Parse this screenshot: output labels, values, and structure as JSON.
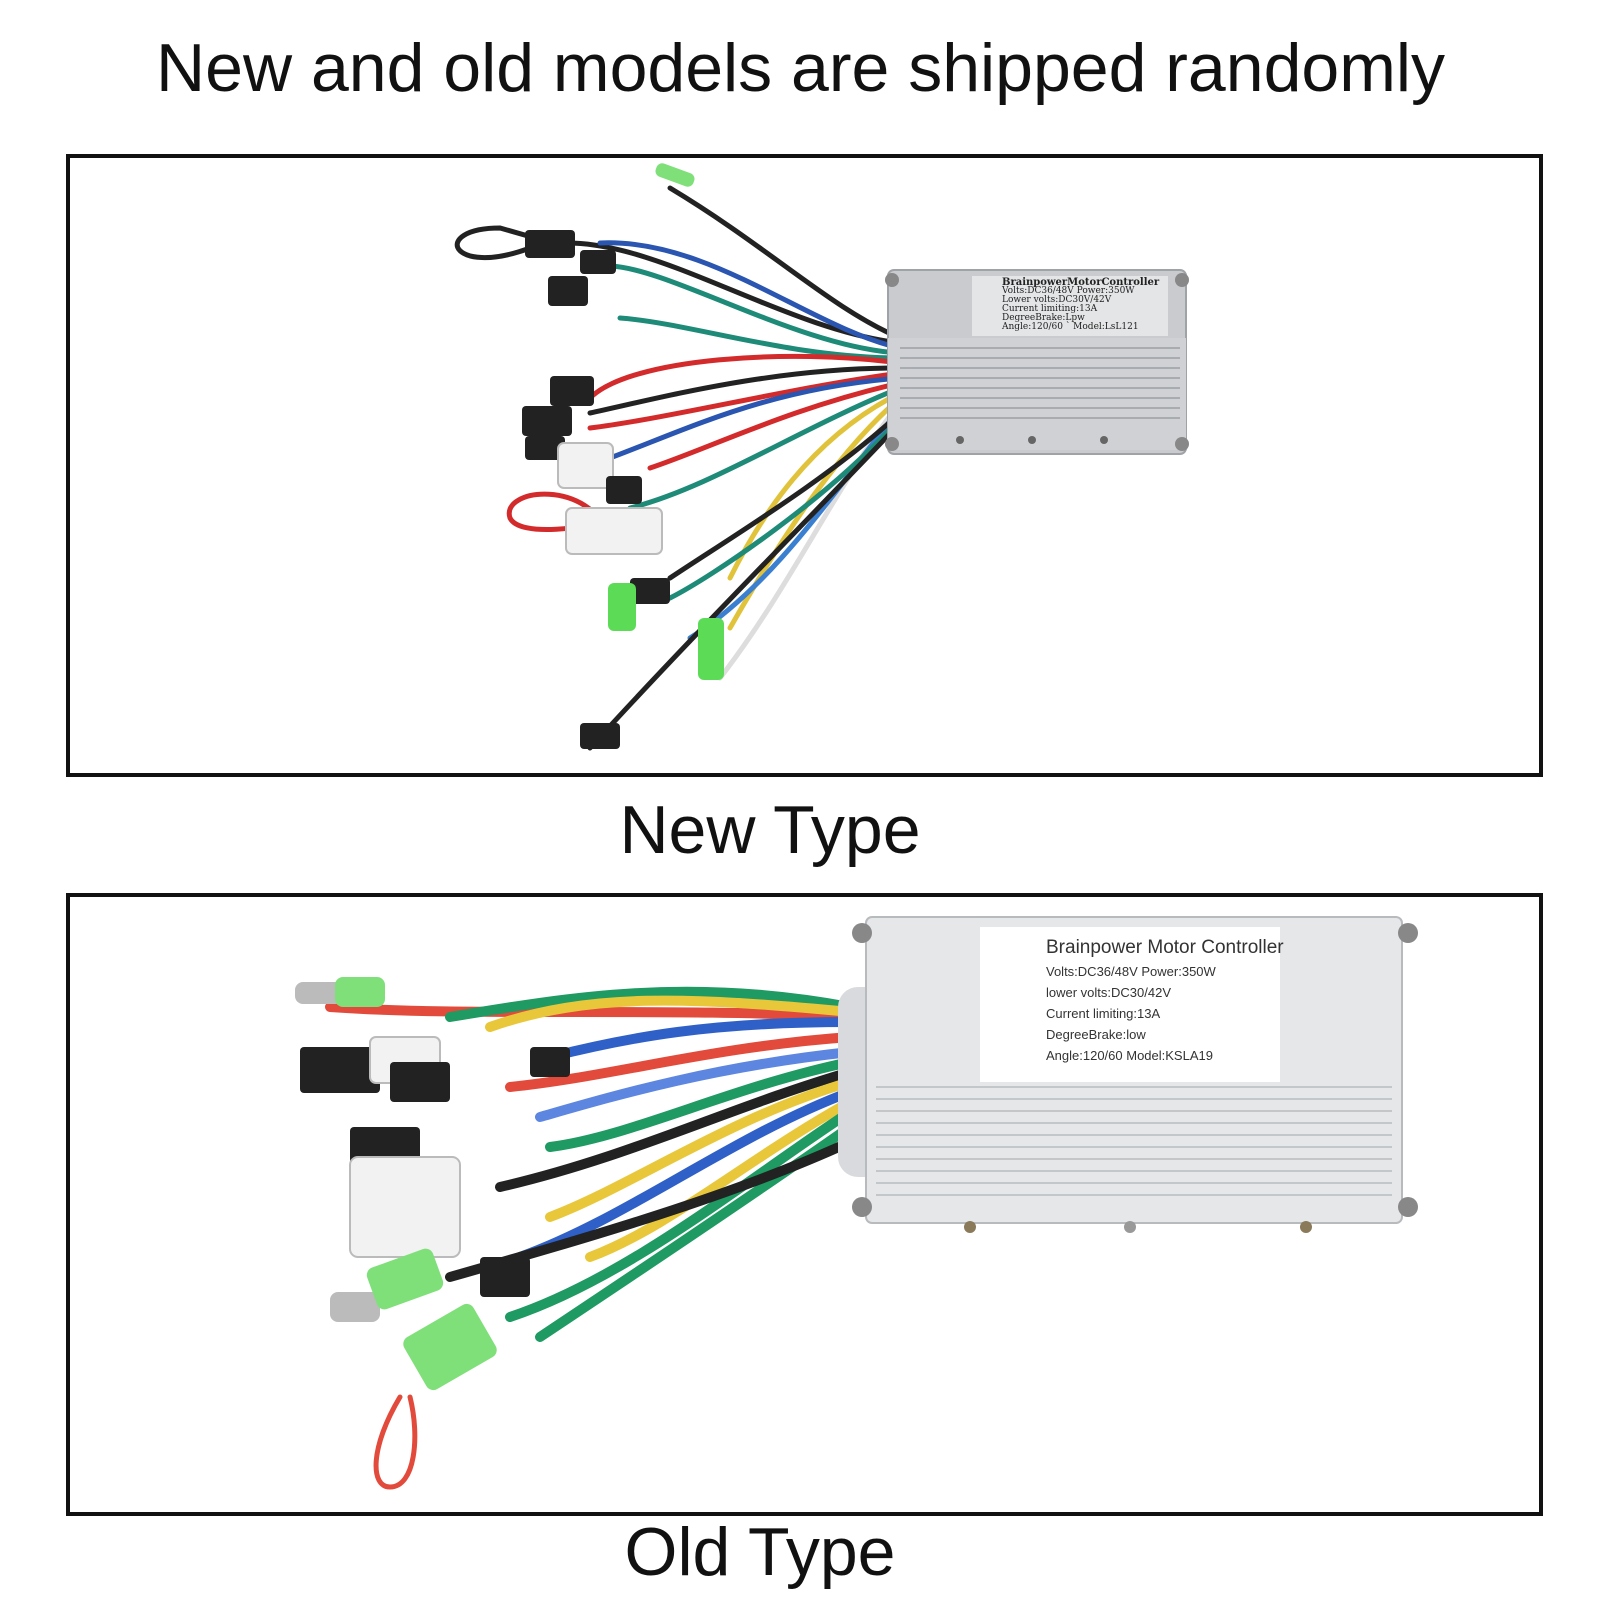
{
  "heading": "New and old models are shipped randomly",
  "new_type": {
    "caption": "New Type",
    "label": {
      "title": "BrainpowerMotorController",
      "lines": [
        "Volts:DC36/48V   Power:350W",
        "Lower volts:DC30V/42V",
        "Current limiting:13A",
        "DegreeBrake:Lpw",
        "Angle:120/60  ` Model:LsL121"
      ]
    }
  },
  "old_type": {
    "caption": "Old Type",
    "label": {
      "title": "Brainpower Motor Controller",
      "lines": [
        "Volts:DC36/48V  Power:350W",
        "lower volts:DC30/42V",
        "Current limiting:13A",
        "DegreeBrake:low",
        "Angle:120/60  Model:KSLA19"
      ]
    }
  }
}
